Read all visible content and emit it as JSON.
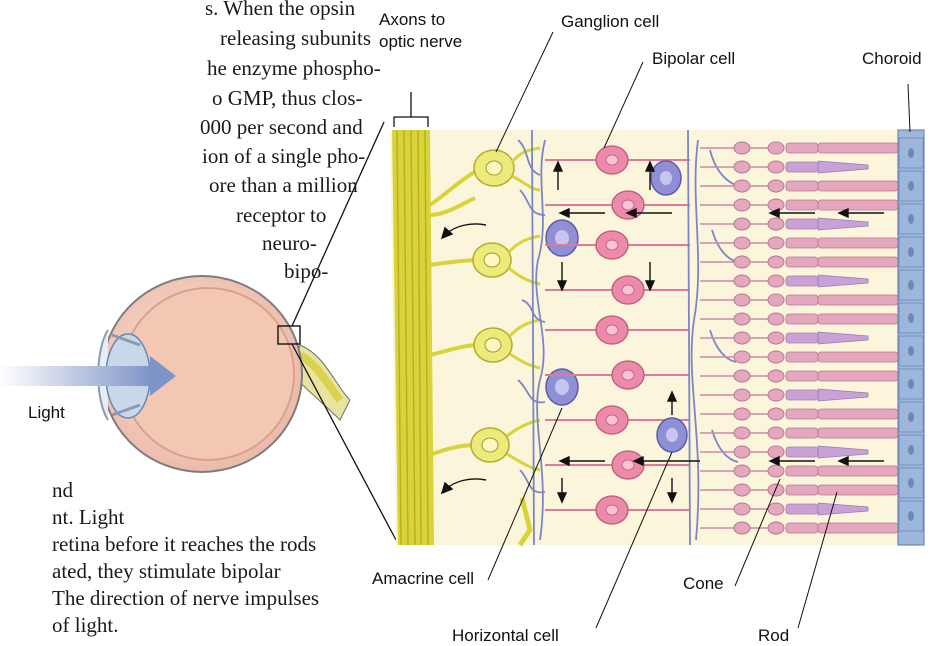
{
  "body_text": {
    "lines": [
      "s. When the opsin",
      "releasing subunits",
      "he enzyme phospho-",
      "o GMP, thus clos-",
      "000 per second and",
      "ion of a single pho-",
      "ore than a million",
      "receptor to",
      "neuro-",
      "bipo-",
      "nd",
      "nt. Light",
      "retina before it reaches the rods",
      "ated, they stimulate bipolar",
      "The direction of nerve impulses",
      "of light."
    ]
  },
  "eye": {
    "light_label": "Light"
  },
  "labels": {
    "axons_line1": "Axons to",
    "axons_line2": "optic nerve",
    "ganglion": "Ganglion cell",
    "bipolar": "Bipolar cell",
    "choroid": "Choroid",
    "amacrine": "Amacrine cell",
    "horizontal": "Horizontal cell",
    "cone": "Cone",
    "rod": "Rod"
  },
  "colors": {
    "retina_bg": "#fbf5dc",
    "axon_yellow": "#e2dc3a",
    "ganglion_fill": "#ecea7a",
    "bipolar_fill": "#ec8aaa",
    "amacrine_fill": "#8f8fd6",
    "rod_fill": "#e4a7bd",
    "cone_fill": "#c8a2d6",
    "choroid_fill": "#9db6dc",
    "light_arrow": "#7f95c8"
  }
}
